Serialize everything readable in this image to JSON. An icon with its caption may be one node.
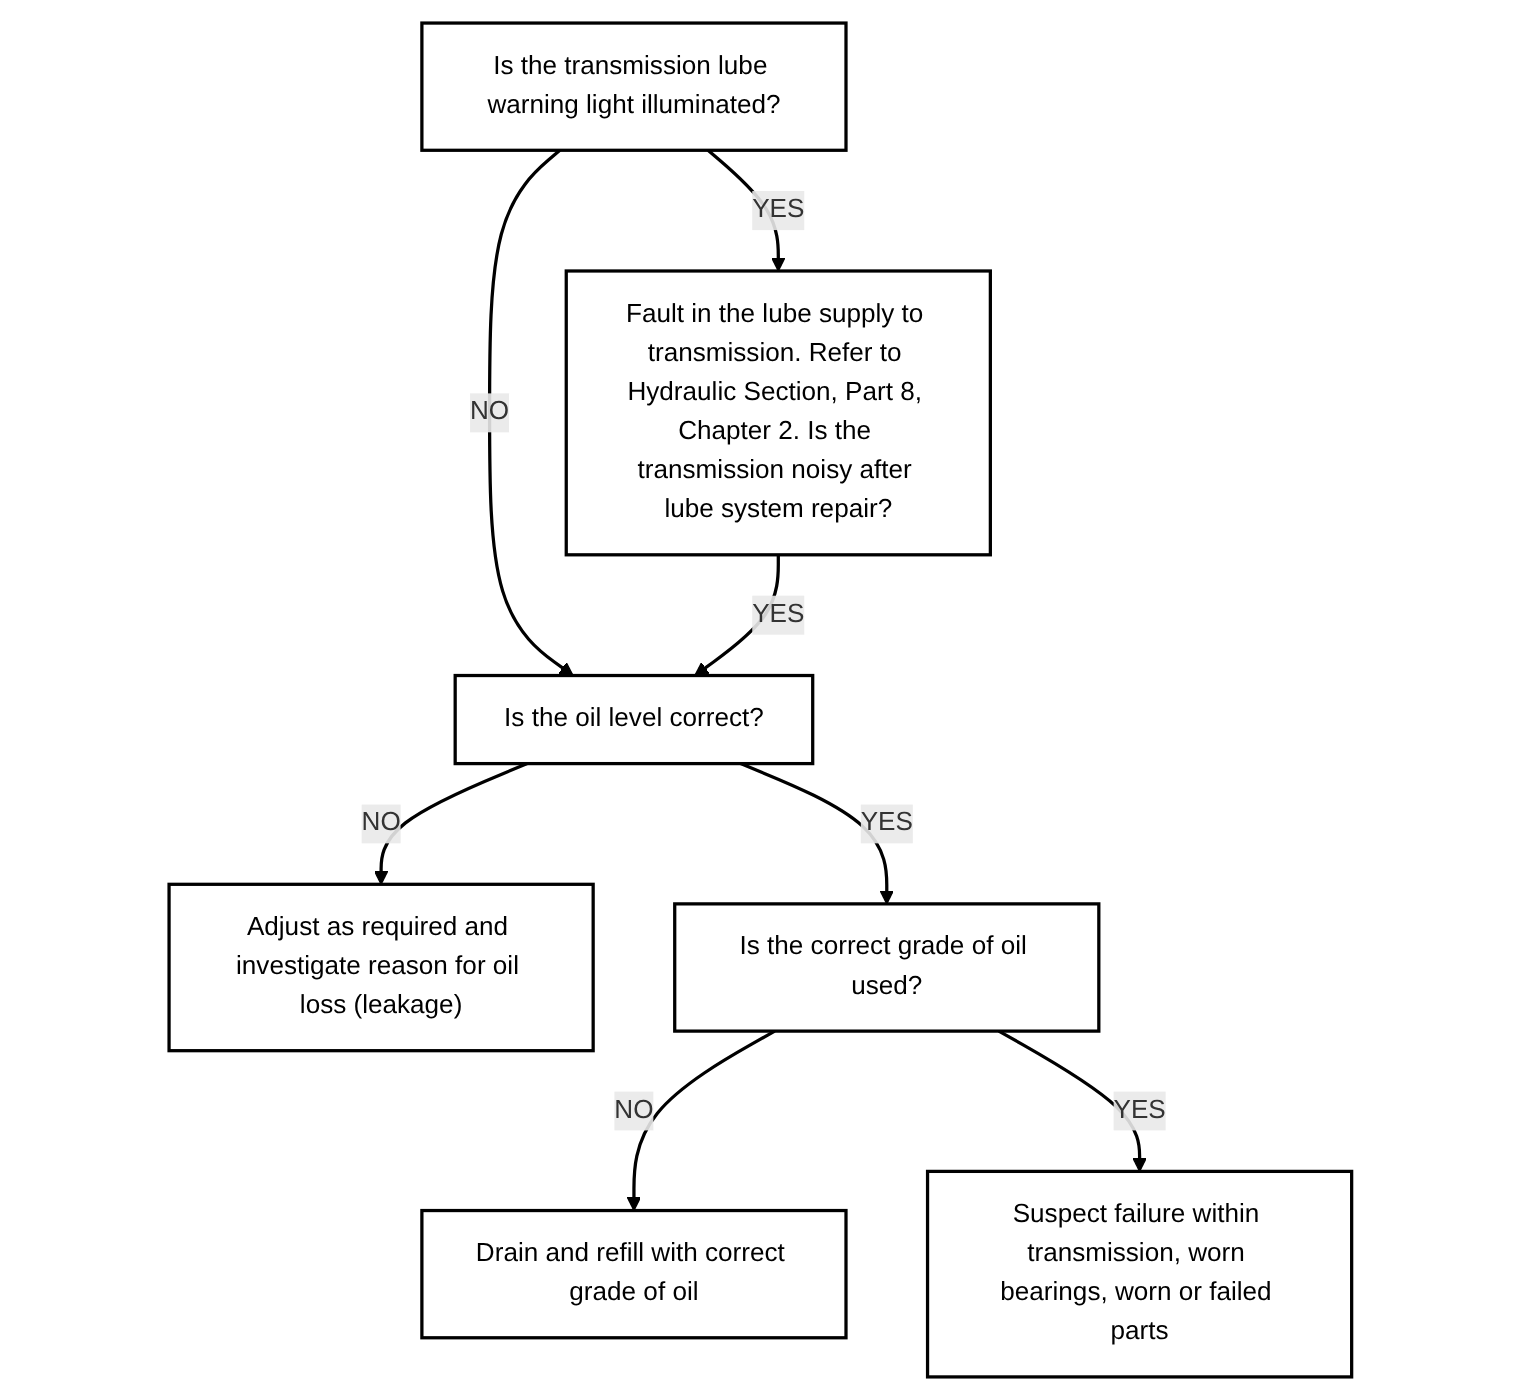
{
  "diagram": {
    "nodes": [
      {
        "text": [
          "Is the transmission lube warning light illuminated?"
        ]
      },
      {
        "text": [
          "Fault in the lube supply to transmission. Refer to Hydraulic Section, Part 8, Chapter 2. Is the transmission noisy after lube system repair?"
        ]
      },
      {
        "text": [
          "Is the oil level correct?"
        ]
      },
      {
        "text": [
          "Adjust as required and investigate reason for oil loss (leakage)"
        ]
      },
      {
        "text": [
          "Is the correct grade of oil used?"
        ]
      },
      {
        "text": [
          "Drain and refill with correct grade of oil"
        ]
      },
      {
        "text": [
          "Suspect failure within transmission, worn bearings, worn or failed parts"
        ]
      }
    ],
    "edges": [
      {
        "from": 0,
        "to": 1,
        "arrow": "to",
        "label": "YES"
      },
      {
        "from": 0,
        "to": 2,
        "arrow": "to",
        "label": "NO"
      },
      {
        "from": 1,
        "to": 2,
        "arrow": "to",
        "label": "YES"
      },
      {
        "from": 2,
        "to": 3,
        "arrow": "to",
        "label": "NO"
      },
      {
        "from": 2,
        "to": 4,
        "arrow": "to",
        "label": "YES"
      },
      {
        "from": 4,
        "to": 5,
        "arrow": "to",
        "label": "NO"
      },
      {
        "from": 4,
        "to": 6,
        "arrow": "to",
        "label": "YES"
      }
    ]
  }
}
